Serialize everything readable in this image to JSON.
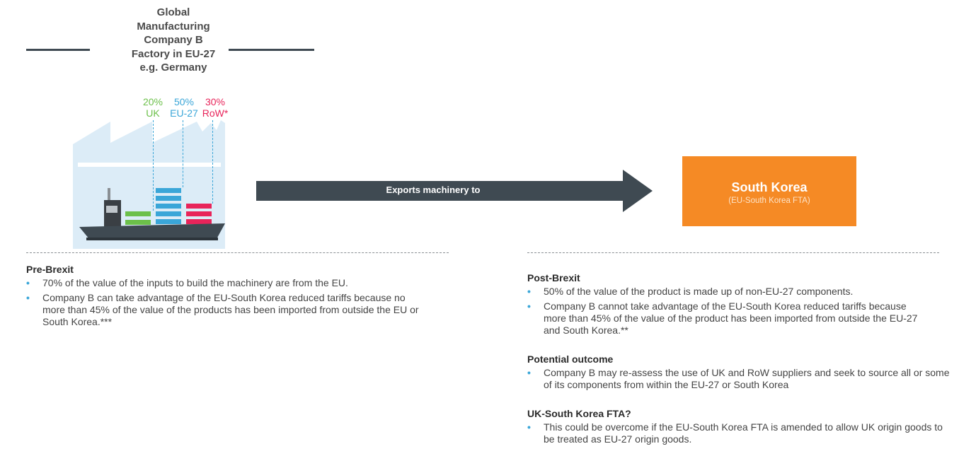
{
  "company": {
    "title": "Global Manufacturing Company B Factory in EU-27 e.g. Germany",
    "title_lines": [
      "Global",
      "Manufacturing",
      "Company B",
      "Factory in EU-27",
      "e.g. Germany"
    ]
  },
  "inputs": [
    {
      "percent": "20%",
      "label": "UK",
      "color": "#6cc04a"
    },
    {
      "percent": "50%",
      "label": "EU-27",
      "color": "#3aa6d8"
    },
    {
      "percent": "30%",
      "label": "RoW*",
      "color": "#e8245a"
    }
  ],
  "arrow": {
    "label": "Exports machinery to",
    "color": "#3f4a52"
  },
  "destination": {
    "name": "South Korea",
    "subtitle": "(EU-South Korea FTA)",
    "color": "#f58a25"
  },
  "pre_brexit": {
    "heading": "Pre-Brexit",
    "bullets": [
      "70% of the value of the inputs to build the machinery are from the EU.",
      "Company B can take advantage of the EU-South Korea reduced tariffs because no more than 45% of the value of the products has been imported from outside the EU or South Korea.***"
    ]
  },
  "post_brexit": {
    "heading": "Post-Brexit",
    "bullets": [
      "50% of the value of the product is made up of non-EU-27 components.",
      "Company B cannot take advantage of the EU-South Korea reduced tariffs because more than 45% of the value of the product has been imported from outside the EU-27 and South Korea.**"
    ]
  },
  "potential_outcome": {
    "heading": "Potential outcome",
    "bullets": [
      "Company B may re-assess the use of UK and RoW suppliers and seek to source all or some of its components from within the EU-27 or South Korea"
    ]
  },
  "uk_fta": {
    "heading": "UK-South Korea FTA?",
    "bullets": [
      "This could be overcome if the EU-South Korea FTA is amended to allow UK origin goods to be treated as EU-27 origin goods."
    ]
  }
}
